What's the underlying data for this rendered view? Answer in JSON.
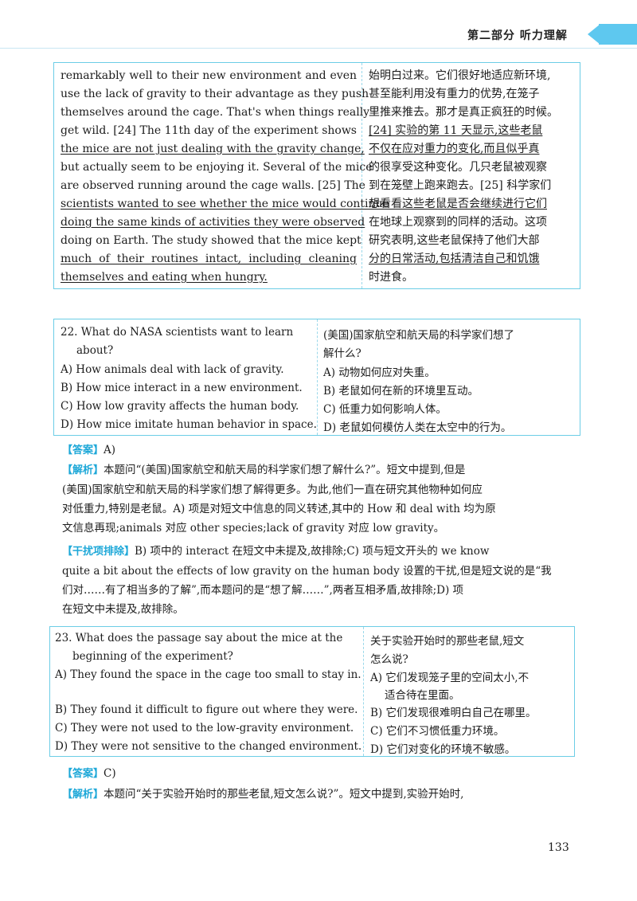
{
  "header": {
    "section": "第二部分 听力理解"
  },
  "passage": {
    "english_lines": [
      "remarkably well to their new environment and even",
      "use the lack of gravity to their advantage as they push",
      "themselves around the cage. That's when things really",
      "get wild. [24] The 11th day of the experiment shows",
      "the mice are not just dealing with the gravity change,",
      "but actually seem to be enjoying it. Several of the mice",
      "are observed running around the cage walls. [25] The",
      "scientists wanted to see whether the mice would continue",
      "doing the same kinds of activities they were observed",
      "doing on Earth. The study showed that the mice kept",
      "much of their routines intact, including cleaning",
      "themselves and eating when hungry."
    ],
    "chinese_lines": [
      "始明白过来。它们很好地适应新环境,",
      "甚至能利用没有重力的优势,在笼子",
      "里推来推去。那才是真正疯狂的时候。",
      "[24] 实验的第 11 天显示,这些老鼠",
      "不仅在应对重力的变化,而且似乎真",
      "的很享受这种变化。几只老鼠被观察",
      "到在笼壁上跑来跑去。[25] 科学家们",
      "想看看这些老鼠是否会继续进行它们",
      "在地球上观察到的同样的活动。这项",
      "研究表明,这些老鼠保持了他们大部",
      "分的日常活动,包括清洁自己和饥饿",
      "时进食。"
    ]
  },
  "q22": {
    "stem_line1": "22. What do NASA scientists want to learn",
    "stem_line2": "about?",
    "stem_cn_line1": "(美国)国家航空和航天局的科学家们想了",
    "stem_cn_line2": "解什么?",
    "options": [
      {
        "en": "A) How animals deal with lack of gravity.",
        "cn": "A) 动物如何应对失重。"
      },
      {
        "en": "B) How mice interact in a new environment.",
        "cn": "B) 老鼠如何在新的环境里互动。"
      },
      {
        "en": "C) How low gravity affects the human body.",
        "cn": "C) 低重力如何影响人体。"
      },
      {
        "en": "D) How mice imitate human behavior in space.",
        "cn": "D) 老鼠如何模仿人类在太空中的行为。"
      }
    ],
    "answer_tag": "【答案】",
    "answer": "A)",
    "analysis_tag": "【解析】",
    "analysis_lines": [
      "本题问“(美国)国家航空和航天局的科学家们想了解什么?”。短文中提到,但是",
      "(美国)国家航空和航天局的科学家们想了解得更多。为此,他们一直在研究其他物种如何应",
      "对低重力,特别是老鼠。A) 项是对短文中信息的同义转述,其中的 How 和 deal with 均为原",
      "文信息再现;animals 对应 other species;lack of gravity 对应 low gravity。"
    ],
    "distractor_tag": "【干扰项排除】",
    "distractor_lines": [
      "B) 项中的 interact 在短文中未提及,故排除;C) 项与短文开头的 we know",
      "quite a bit about the effects of low gravity on the human body 设置的干扰,但是短文说的是“我",
      "们对……有了相当多的了解”,而本题问的是“想了解……”,两者互相矛盾,故排除;D) 项",
      "在短文中未提及,故排除。"
    ]
  },
  "q23": {
    "stem_line1": "23. What does the passage say about the mice at the",
    "stem_line2": "beginning of the experiment?",
    "stem_cn_line1": "关于实验开始时的那些老鼠,短文",
    "stem_cn_line2": "怎么说?",
    "options": [
      {
        "en": "A) They found the space in the cage too small to stay in.",
        "cn": "A) 它们发现笼子里的空间太小,不",
        "cn2": "适合待在里面。"
      },
      {
        "en": "B) They found it difficult to figure out where they were.",
        "cn": "B) 它们发现很难明白自己在哪里。"
      },
      {
        "en": "C) They were not used to the low-gravity environment.",
        "cn": "C) 它们不习惯低重力环境。"
      },
      {
        "en": "D) They were not sensitive to the changed environment.",
        "cn": "D) 它们对变化的环境不敏感。"
      }
    ],
    "answer_tag": "【答案】",
    "answer": "C)",
    "analysis_tag": "【解析】",
    "analysis_line": "本题问“关于实验开始时的那些老鼠,短文怎么说?”。短文中提到,实验开始时,"
  },
  "page_number": "133",
  "colors": {
    "accent": "#1ea8d8",
    "border": "#6ccde6",
    "tab": "#5ec8ef"
  }
}
